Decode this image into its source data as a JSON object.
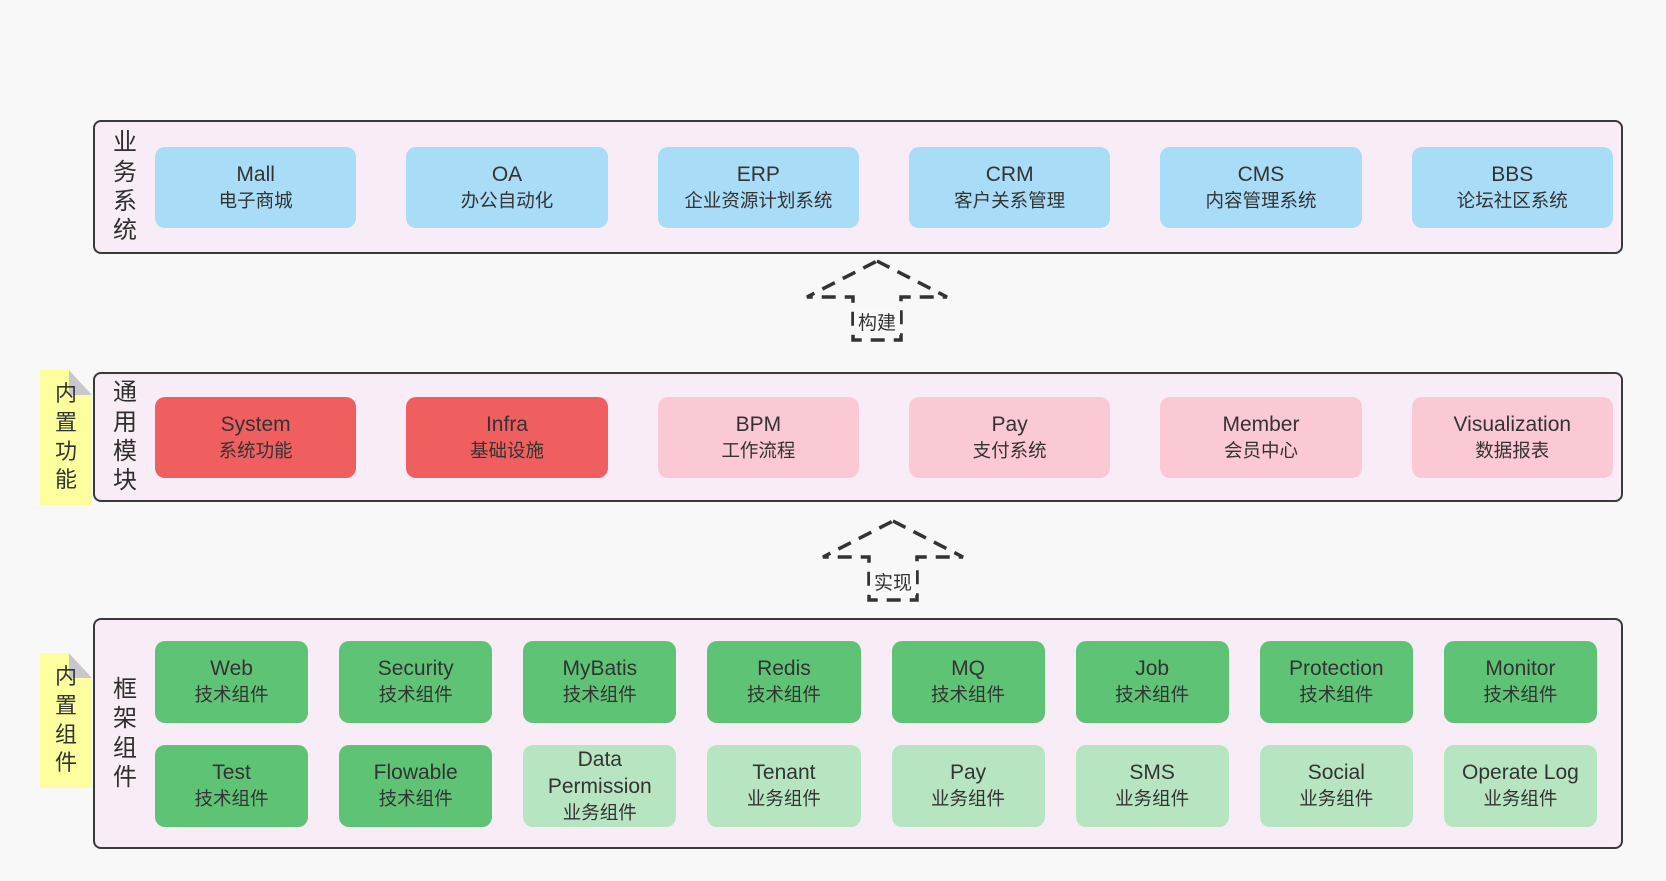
{
  "palette": {
    "background": "#f8f8f8",
    "panel_fill": "#f8edf6",
    "panel_border": "#3a3a3a",
    "blue_box": "#a9dcf6",
    "red_box": "#f05f5f",
    "pink_box": "#fbc9d3",
    "green_dark_box": "#5fc376",
    "green_light_box": "#b7e5c1",
    "note_yellow": "#fdff9e",
    "note_fold_gray": "#c8c8cc",
    "text": "#333333"
  },
  "arrows": [
    {
      "label": "构建"
    },
    {
      "label": "实现"
    }
  ],
  "sections": {
    "business": {
      "label": "业务系统",
      "items": [
        {
          "name": "Mall",
          "subtitle": "电子商城"
        },
        {
          "name": "OA",
          "subtitle": "办公自动化"
        },
        {
          "name": "ERP",
          "subtitle": "企业资源计划系统"
        },
        {
          "name": "CRM",
          "subtitle": "客户关系管理"
        },
        {
          "name": "CMS",
          "subtitle": "内容管理系统"
        },
        {
          "name": "BBS",
          "subtitle": "论坛社区系统"
        }
      ]
    },
    "modules": {
      "label": "通用模块",
      "note": "内置功能",
      "items": [
        {
          "name": "System",
          "subtitle": "系统功能"
        },
        {
          "name": "Infra",
          "subtitle": "基础设施"
        },
        {
          "name": "BPM",
          "subtitle": "工作流程"
        },
        {
          "name": "Pay",
          "subtitle": "支付系统"
        },
        {
          "name": "Member",
          "subtitle": "会员中心"
        },
        {
          "name": "Visualization",
          "subtitle": "数据报表"
        }
      ]
    },
    "components": {
      "label": "框架组件",
      "note": "内置组件",
      "row1": [
        {
          "name": "Web",
          "subtitle": "技术组件"
        },
        {
          "name": "Security",
          "subtitle": "技术组件"
        },
        {
          "name": "MyBatis",
          "subtitle": "技术组件"
        },
        {
          "name": "Redis",
          "subtitle": "技术组件"
        },
        {
          "name": "MQ",
          "subtitle": "技术组件"
        },
        {
          "name": "Job",
          "subtitle": "技术组件"
        },
        {
          "name": "Protection",
          "subtitle": "技术组件"
        },
        {
          "name": "Monitor",
          "subtitle": "技术组件"
        }
      ],
      "row2": [
        {
          "name": "Test",
          "subtitle": "技术组件"
        },
        {
          "name": "Flowable",
          "subtitle": "技术组件"
        },
        {
          "name": "Data Permission",
          "subtitle": "业务组件"
        },
        {
          "name": "Tenant",
          "subtitle": "业务组件"
        },
        {
          "name": "Pay",
          "subtitle": "业务组件"
        },
        {
          "name": "SMS",
          "subtitle": "业务组件"
        },
        {
          "name": "Social",
          "subtitle": "业务组件"
        },
        {
          "name": "Operate Log",
          "subtitle": "业务组件"
        }
      ]
    }
  }
}
